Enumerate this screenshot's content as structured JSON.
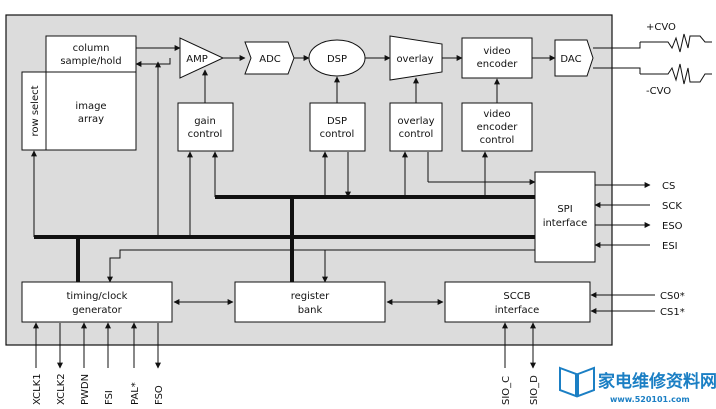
{
  "blocks": {
    "column": [
      "column",
      "sample/hold"
    ],
    "row_select": "row select",
    "image_array": [
      "image",
      "array"
    ],
    "amp": "AMP",
    "adc": "ADC",
    "dsp": "DSP",
    "overlay": "overlay",
    "video_encoder": [
      "video",
      "encoder"
    ],
    "dac": "DAC",
    "gain_control": [
      "gain",
      "control"
    ],
    "dsp_control": [
      "DSP",
      "control"
    ],
    "overlay_control": [
      "overlay",
      "control"
    ],
    "video_encoder_control": [
      "video",
      "encoder",
      "control"
    ],
    "spi_interface": [
      "SPI",
      "interface"
    ],
    "timing": [
      "timing/clock",
      "generator"
    ],
    "register_bank": [
      "register",
      "bank"
    ],
    "sccb_interface": [
      "SCCB",
      "interface"
    ]
  },
  "outputs": {
    "cvo_plus": "+CVO",
    "cvo_minus": "-CVO",
    "spi_pins": [
      "CS",
      "SCK",
      "ESO",
      "ESI"
    ],
    "sccb_pins": [
      "CS0*",
      "CS1*"
    ]
  },
  "bottom_pins": [
    "XCLK1",
    "XCLK2",
    "PWDN",
    "FSI",
    "PAL*",
    "FSO",
    "SIO_C",
    "SIO_D"
  ],
  "watermark": {
    "text": "家电维修资料网",
    "url": "www.520101.com"
  },
  "colors": {
    "chip_fill": "#dcdcdc",
    "block_fill": "#ffffff",
    "line": "#111111",
    "watermark": "#1b7fc4"
  }
}
